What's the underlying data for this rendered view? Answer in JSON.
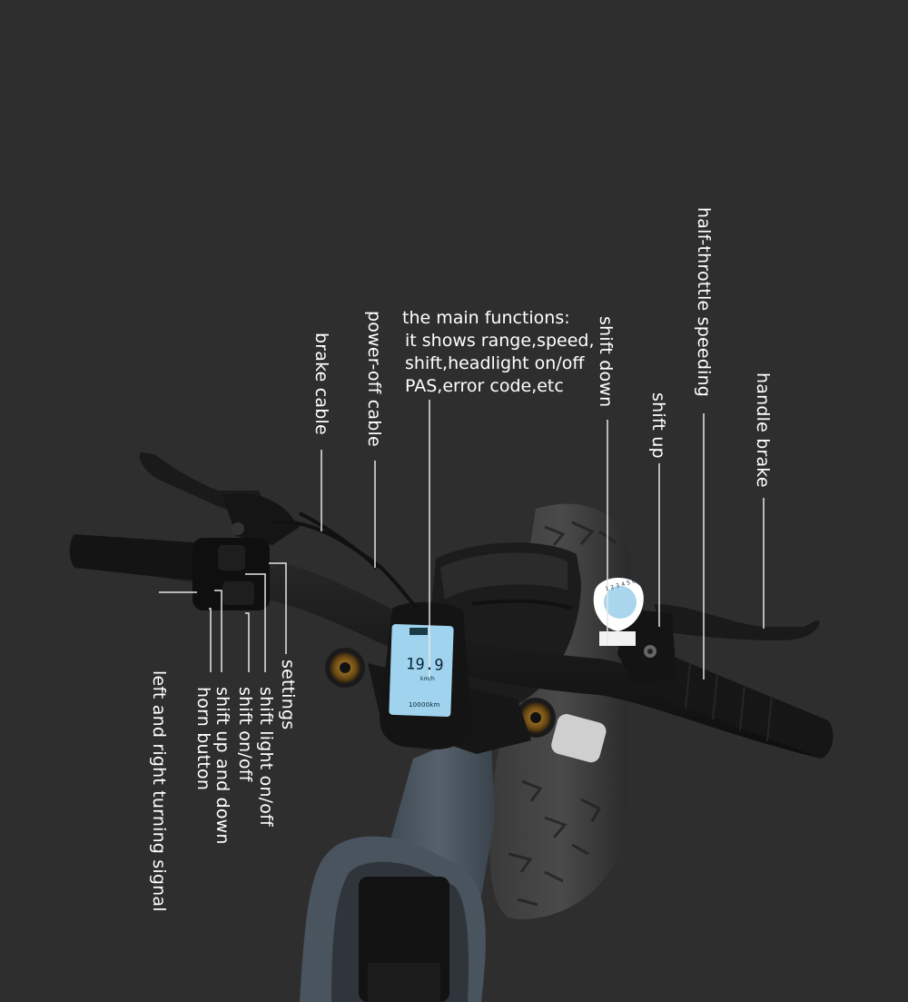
{
  "colors": {
    "background": "#2e2e2e",
    "text": "#ffffff",
    "leader_line": "#e6e6e6",
    "display_screen": "#9fd3ee"
  },
  "labels": {
    "brake_cable": "brake cable",
    "power_off_cable": "power-off cable",
    "main_functions_title": "the main functions:",
    "main_functions_line1": "it shows range,speed,",
    "main_functions_line2": "shift,headlight on/off",
    "main_functions_line3": "PAS,error code,etc",
    "shift_down": "shift down",
    "half_throttle_speeding": "half-throttle speeding",
    "shift_up": "shift up",
    "handle_brake": "handle brake",
    "settings": "settings",
    "shift_light_on_off": "shift light on/off",
    "shift_on_off": "shift on/off",
    "shift_up_and_down": "shift up and down",
    "horn_button": "horn button",
    "left_and_right_turning_signal": "left and right turning signal"
  },
  "display": {
    "speed": "19.9",
    "unit": "km/h",
    "odometer": "10000km"
  },
  "throttle_dial": {
    "numbers": "1 2 3 4 5 6 7"
  }
}
